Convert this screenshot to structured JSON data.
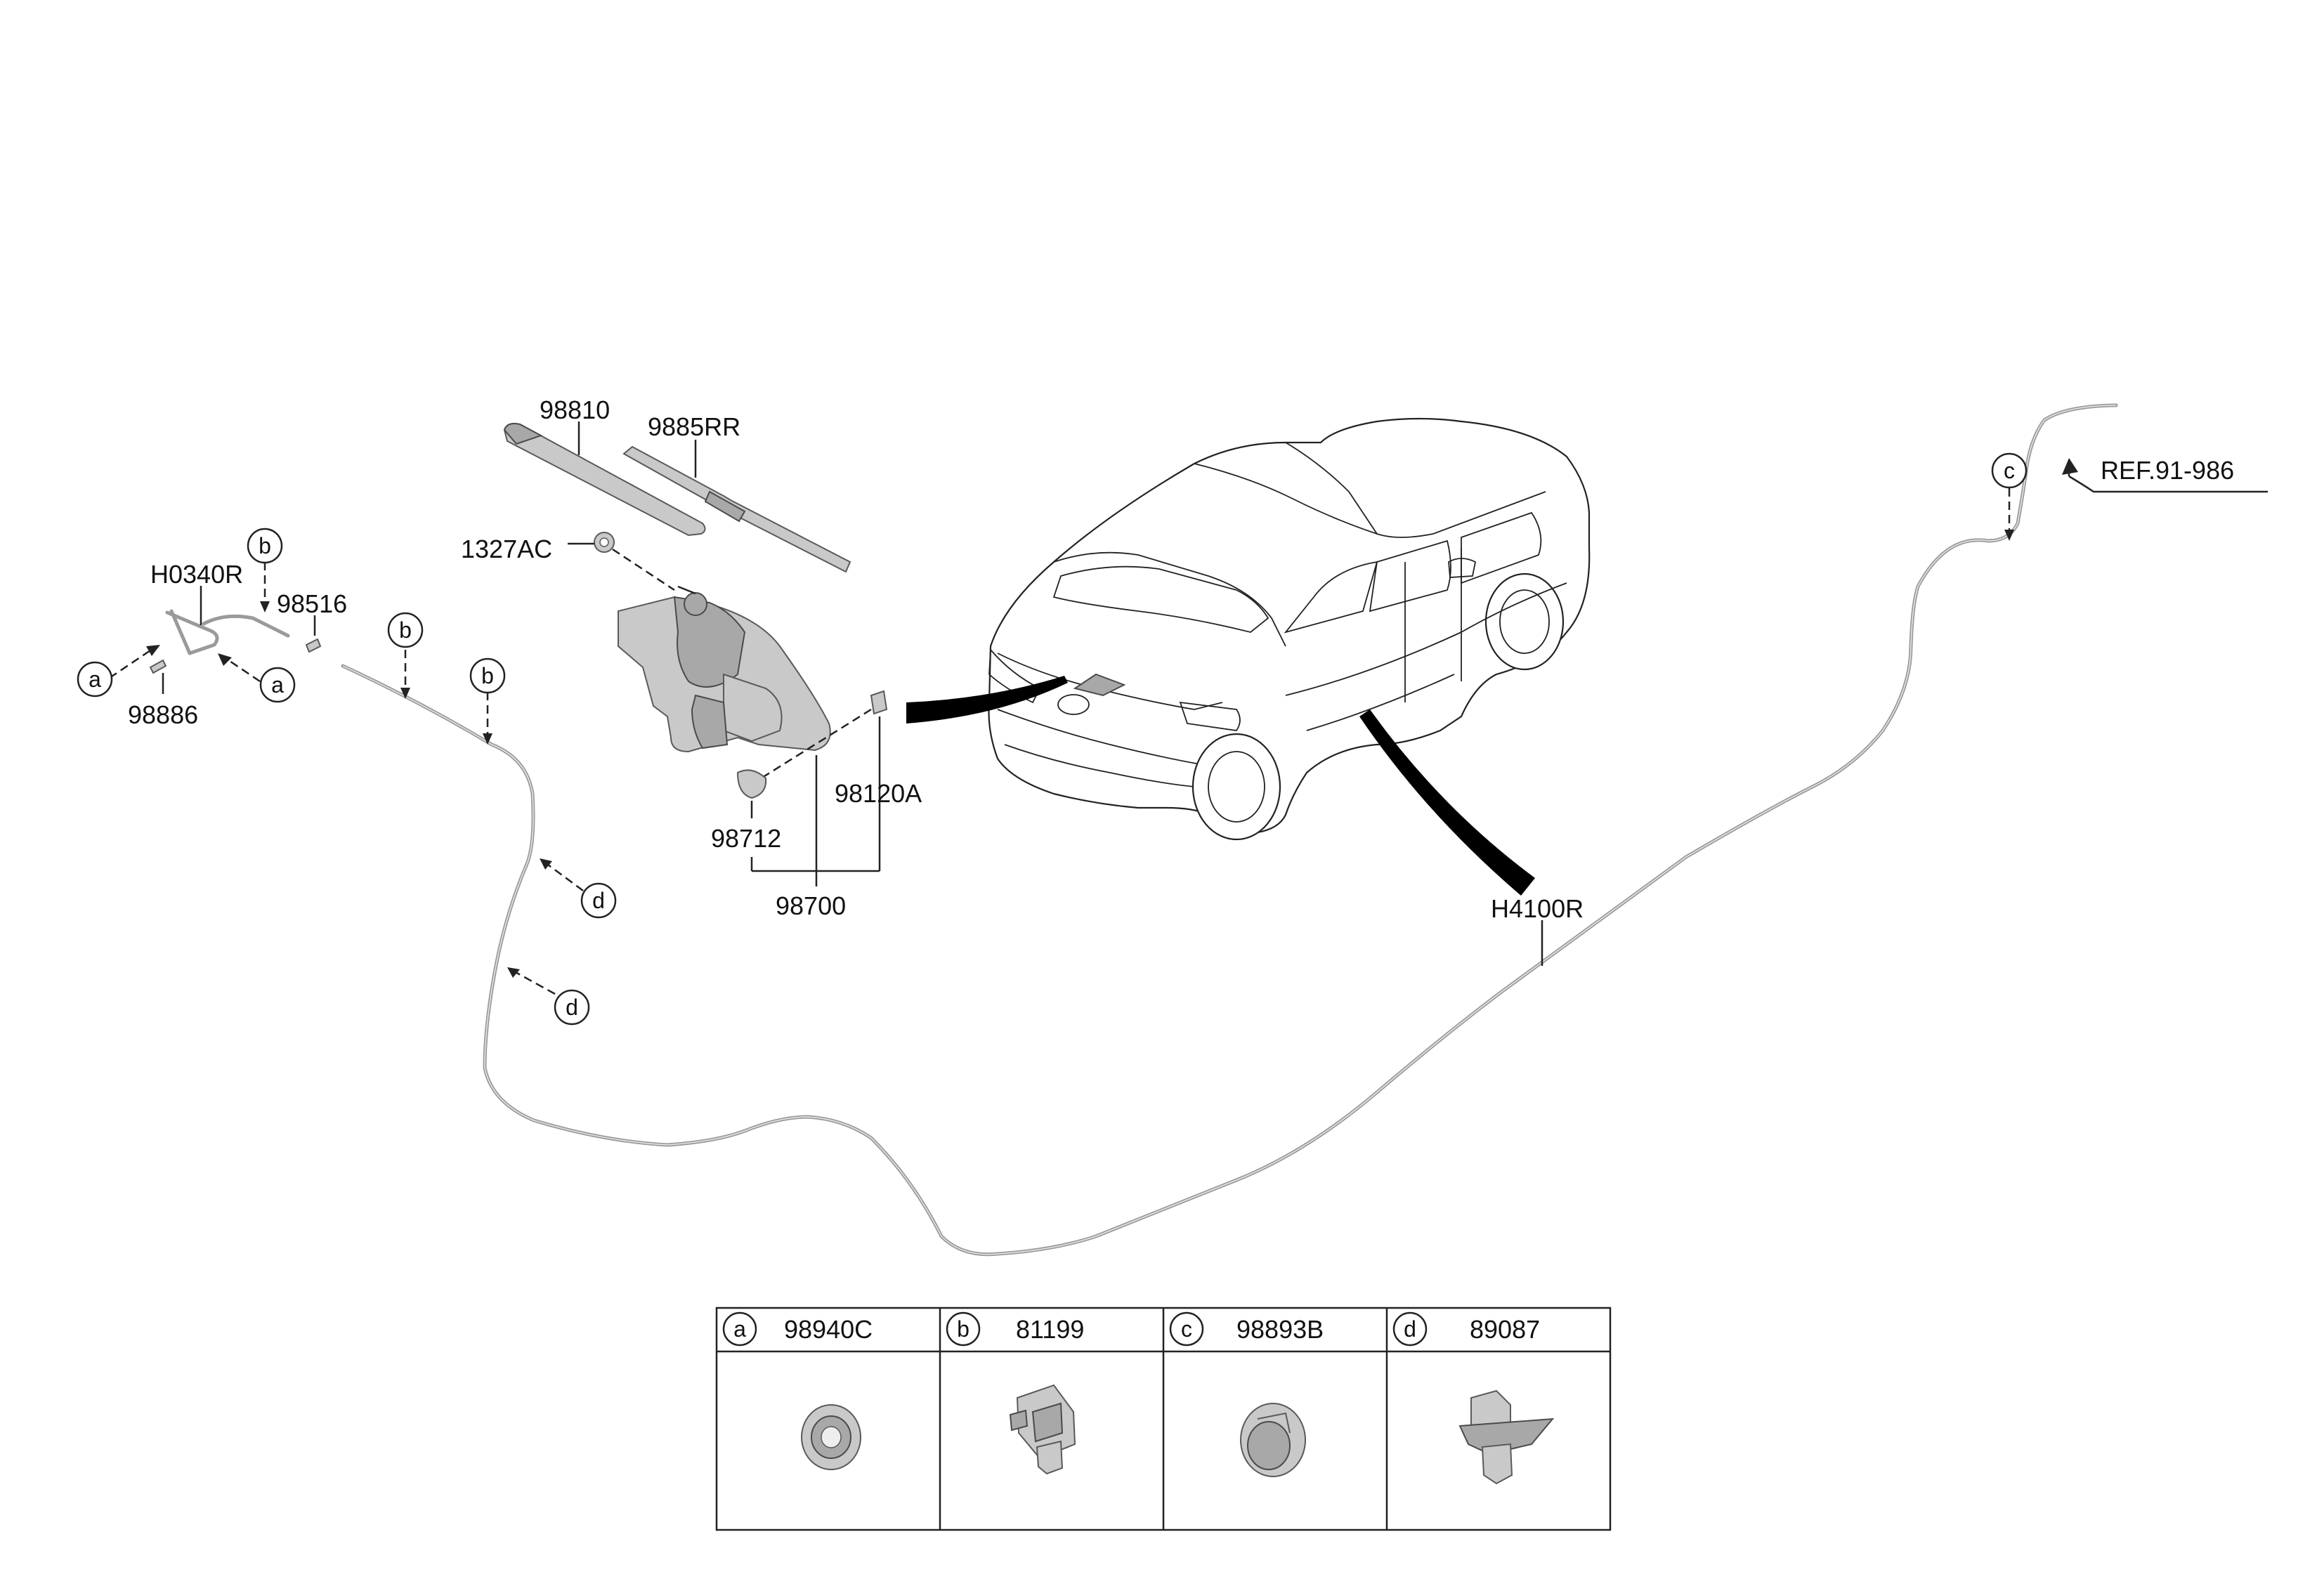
{
  "callouts": {
    "p98810": "98810",
    "p9885RR": "9885RR",
    "p1327AC": "1327AC",
    "pH0340R": "H0340R",
    "p98516": "98516",
    "p98886": "98886",
    "p98712": "98712",
    "p98120A": "98120A",
    "p98700": "98700",
    "pH4100R": "H4100R",
    "ref": "REF.91-986"
  },
  "markers": {
    "a": "a",
    "b": "b",
    "c": "c",
    "d": "d"
  },
  "legend_table": [
    {
      "marker": "a",
      "part": "98940C",
      "icon": "grommet-icon"
    },
    {
      "marker": "b",
      "part": "81199",
      "icon": "clip-icon"
    },
    {
      "marker": "c",
      "part": "98893B",
      "icon": "cap-icon"
    },
    {
      "marker": "d",
      "part": "89087",
      "icon": "fastener-icon"
    }
  ],
  "colors": {
    "hose": "#9a9a9a",
    "part": "#c9c9c9",
    "line": "#222222"
  }
}
